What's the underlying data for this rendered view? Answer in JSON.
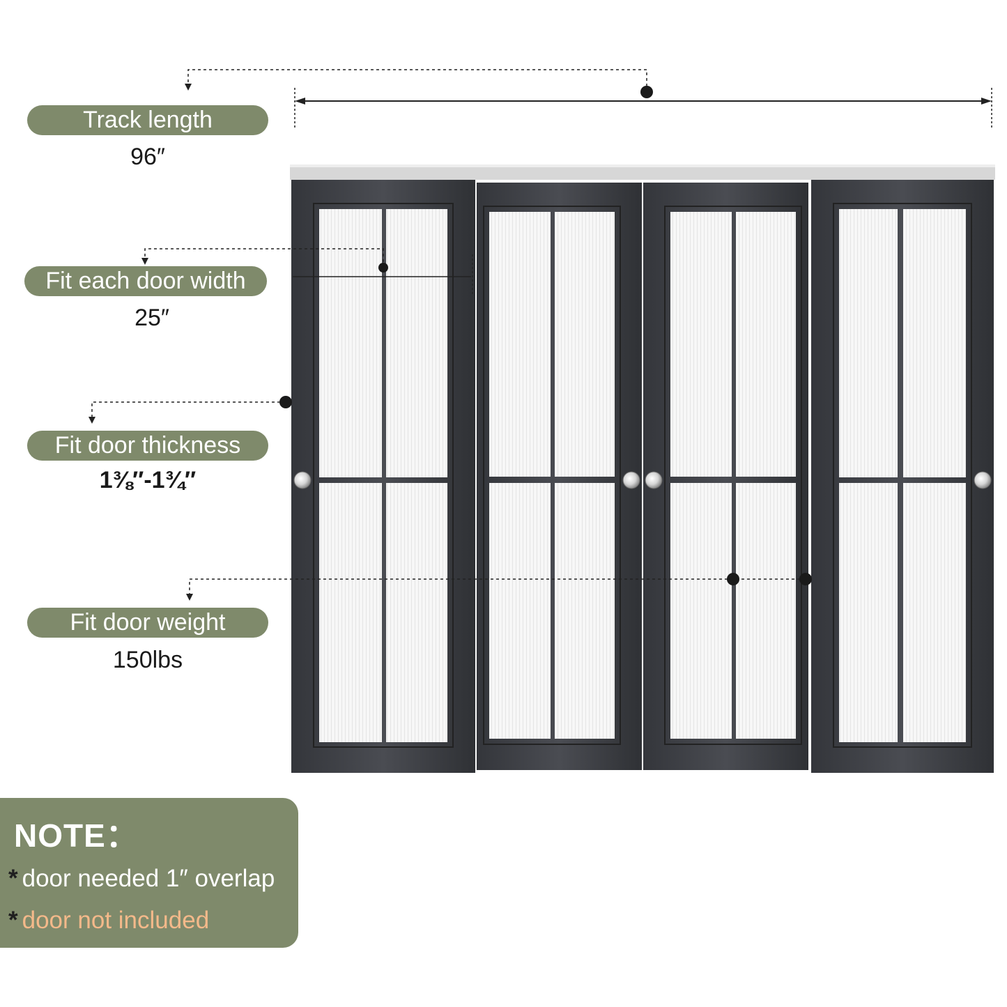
{
  "specs": [
    {
      "label": "Track length",
      "value": "96″"
    },
    {
      "label": "Fit each door width",
      "value": "25″"
    },
    {
      "label": "Fit door thickness",
      "value": "1⅜″-1¾″"
    },
    {
      "label": "Fit door weight",
      "value": "150lbs"
    }
  ],
  "note": {
    "title": "NOTE：",
    "items": [
      {
        "bullet": "*",
        "text": "door needed 1″ overlap"
      },
      {
        "bullet": "*",
        "text": "door not included"
      }
    ]
  },
  "colors": {
    "pill_background": "#7f8a6b",
    "door_frame": "#3b3d42",
    "track": "#d7d7d7",
    "highlight_text": "#f4b98a"
  },
  "icons": [
    "dimension-arrow-icon",
    "door-knob-icon"
  ]
}
